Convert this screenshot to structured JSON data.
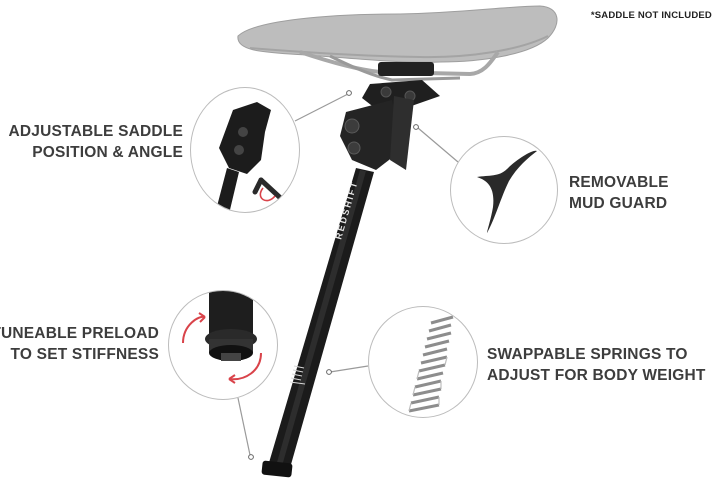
{
  "note": "*SADDLE NOT INCLUDED",
  "features": {
    "saddle": {
      "line1": "ADJUSTABLE SADDLE",
      "line2": "POSITION & ANGLE"
    },
    "mudguard": {
      "line1": "REMOVABLE",
      "line2": "MUD GUARD"
    },
    "preload": {
      "line1": "TUNEABLE PRELOAD",
      "line2": "TO SET STIFFNESS"
    },
    "springs": {
      "line1": "SWAPPABLE SPRINGS TO",
      "line2": "ADJUST FOR BODY WEIGHT"
    }
  },
  "product": {
    "brand_mark": "REDSHIFT"
  },
  "colors": {
    "text": "#3d3d3d",
    "post": "#1b1b1b",
    "saddle": "#b9b9b9",
    "arrow": "#d9434a"
  }
}
